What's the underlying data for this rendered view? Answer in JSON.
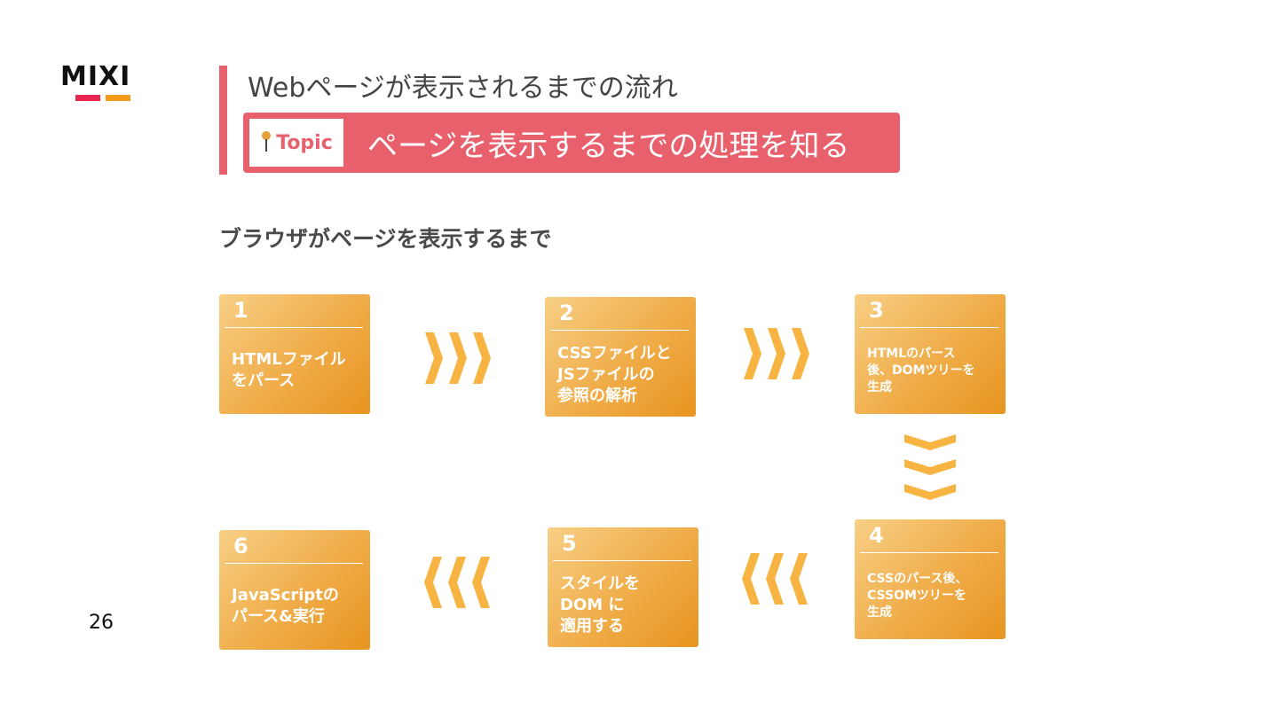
{
  "logo": {
    "text": "MIXI"
  },
  "header": {
    "title": "Webページが表示されるまでの流れ",
    "topic_label": "Topic",
    "topic_text": "ページを表示するまでの処理を知る"
  },
  "subtitle": "ブラウザがページを表示するまで",
  "steps": [
    {
      "number": "1",
      "text": "HTMLファイル\nをパース"
    },
    {
      "number": "2",
      "text": "CSSファイルと\nJSファイルの\n参照の解析"
    },
    {
      "number": "3",
      "text": "HTMLのパース\n後、DOMツリーを\n生成"
    },
    {
      "number": "4",
      "text": "CSSのパース後、\nCSSOMツリーを\n生成"
    },
    {
      "number": "5",
      "text": "スタイルを\nDOM に\n適用する"
    },
    {
      "number": "6",
      "text": "JavaScriptの\nパース&実行"
    }
  ],
  "page_number": "26",
  "colors": {
    "accent": "#e9606d",
    "step_light": "#f7cf85",
    "step_dark": "#e89420",
    "arrow": "#f7b443"
  }
}
